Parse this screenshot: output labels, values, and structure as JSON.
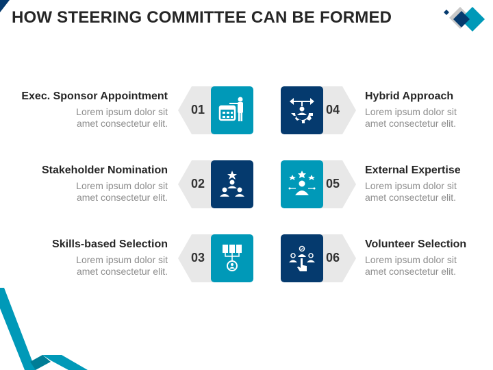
{
  "title": "HOW STEERING COMMITTEE CAN BE FORMED",
  "colors": {
    "navy": "#053a6e",
    "teal": "#0099b8",
    "gray": "#e8e8e8",
    "heading": "#262626",
    "body": "#8c8c8c"
  },
  "items": [
    {
      "num": "01",
      "heading": "Exec. Sponsor Appointment",
      "desc1": "Lorem ipsum dolor sit",
      "desc2": "amet consectetur elit.",
      "icon": "calendar-presenter-icon"
    },
    {
      "num": "02",
      "heading": "Stakeholder Nomination",
      "desc1": "Lorem ipsum dolor sit",
      "desc2": "amet consectetur elit.",
      "icon": "team-star-icon"
    },
    {
      "num": "03",
      "heading": "Skills-based Selection",
      "desc1": "Lorem ipsum dolor sit",
      "desc2": "amet consectetur elit.",
      "icon": "skills-tree-icon"
    },
    {
      "num": "04",
      "heading": "Hybrid Approach",
      "desc1": "Lorem ipsum dolor sit",
      "desc2": "amet consectetur elit.",
      "icon": "gear-arrows-icon"
    },
    {
      "num": "05",
      "heading": "External Expertise",
      "desc1": "Lorem ipsum dolor sit",
      "desc2": "amet consectetur elit.",
      "icon": "expert-stars-icon"
    },
    {
      "num": "06",
      "heading": "Volunteer Selection",
      "desc1": "Lorem ipsum dolor sit",
      "desc2": "amet consectetur elit.",
      "icon": "volunteer-select-icon"
    }
  ]
}
